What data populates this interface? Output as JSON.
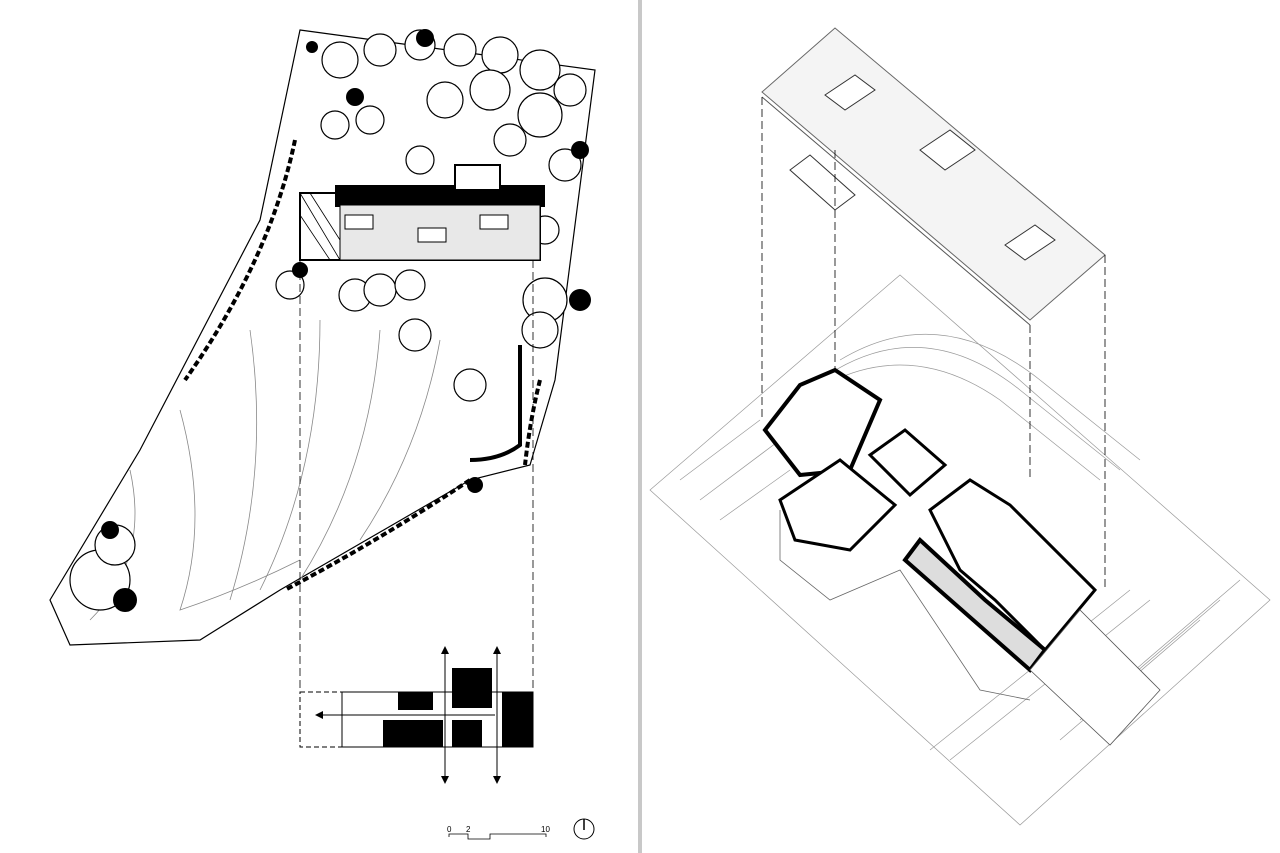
{
  "scale_bar": {
    "labels": [
      "0",
      "2",
      "10"
    ]
  },
  "north_arrow": {
    "icon": "north-arrow-icon"
  },
  "colors": {
    "divider": "#c8c8c8",
    "ink": "#000000",
    "fine_line": "#777777"
  }
}
